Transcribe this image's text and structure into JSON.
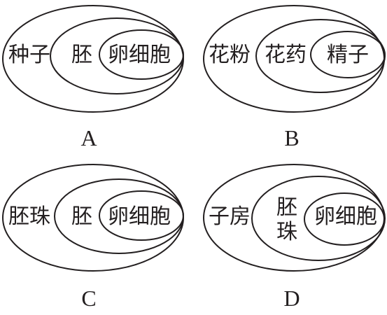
{
  "panels": [
    {
      "option": "A",
      "outer": "种子",
      "middle": [
        "胚"
      ],
      "inner": "卵细胞"
    },
    {
      "option": "B",
      "outer": "花粉",
      "middle": [
        "花药"
      ],
      "inner": "精子"
    },
    {
      "option": "C",
      "outer": "胚珠",
      "middle": [
        "胚"
      ],
      "inner": "卵细胞"
    },
    {
      "option": "D",
      "outer": "子房",
      "middle": [
        "胚",
        "珠"
      ],
      "inner": "卵细胞"
    }
  ]
}
